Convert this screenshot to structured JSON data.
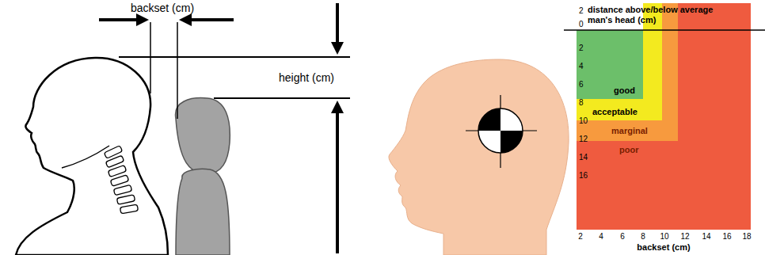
{
  "diagram": {
    "labels": [
      "backset (cm)",
      "height (cm)",
      "distance above/below average man's head (cm)",
      "2",
      "0",
      "2",
      "4",
      "6",
      "8",
      "10",
      "12",
      "14",
      "16",
      "2",
      "4",
      "6",
      "8",
      "10",
      "12",
      "14",
      "16",
      "18",
      "backset (cm)",
      "good",
      "acceptable",
      "marginal",
      "poor"
    ]
  }
}
